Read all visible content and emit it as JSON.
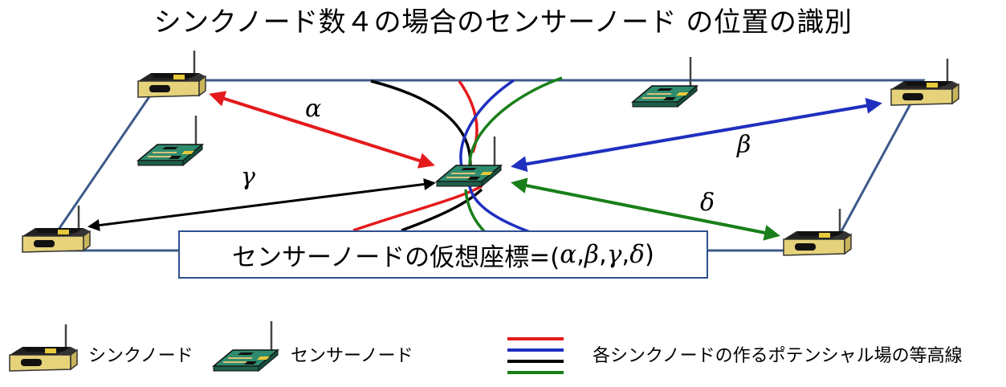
{
  "title": "シンクノード数４の場合のセンサーノード の位置の識別",
  "greek_labels": {
    "alpha": "α",
    "beta": "β",
    "gamma": "γ",
    "delta": "δ"
  },
  "coordinate_box": {
    "prefix": "センサーノードの仮想座標=(",
    "alpha": "α",
    "sep1": ",",
    "beta": "β",
    "sep2": ",",
    "gamma": "γ",
    "sep3": ",",
    "delta": "δ",
    "suffix": ")"
  },
  "legend": {
    "sink_label": "シンクノード",
    "sensor_label": "センサーノード",
    "contour_label": "各シンクノードの作るポテンシャル場の等高線"
  },
  "colors": {
    "alpha_arrow": "#e41a1c",
    "beta_arrow": "#1f2fbf",
    "gamma_arrow": "#000000",
    "delta_arrow": "#1a7f1a",
    "field_border": "#3c5a8a",
    "sink_body": "#e6d27a",
    "sensor_body": "#2e8b6e"
  }
}
